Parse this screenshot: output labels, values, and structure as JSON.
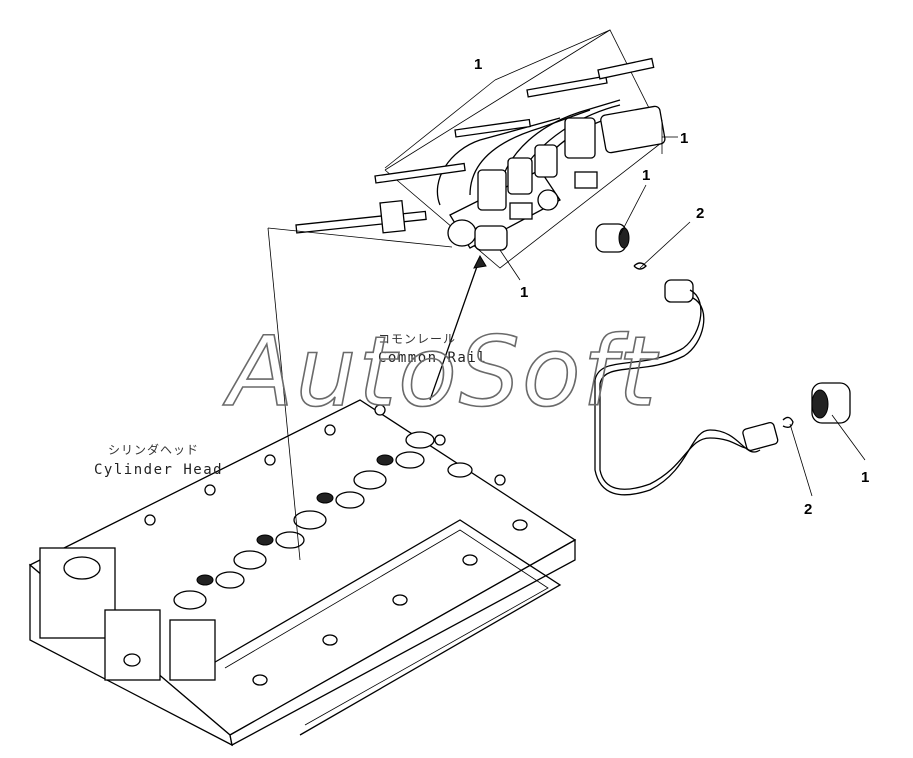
{
  "labels": {
    "common_rail_jp": "コモンレール",
    "common_rail_en": "Common Rail",
    "cylinder_head_jp": "シリンダヘッド",
    "cylinder_head_en": "Cylinder Head"
  },
  "callouts": [
    {
      "id": "top",
      "text": "1"
    },
    {
      "id": "right-injector",
      "text": "1"
    },
    {
      "id": "sensor-upper",
      "text": "1"
    },
    {
      "id": "clip-upper",
      "text": "2"
    },
    {
      "id": "rail-bottom",
      "text": "1"
    },
    {
      "id": "sensor-lower",
      "text": "1"
    },
    {
      "id": "clip-lower",
      "text": "2"
    }
  ],
  "watermark": "AutoSoft"
}
